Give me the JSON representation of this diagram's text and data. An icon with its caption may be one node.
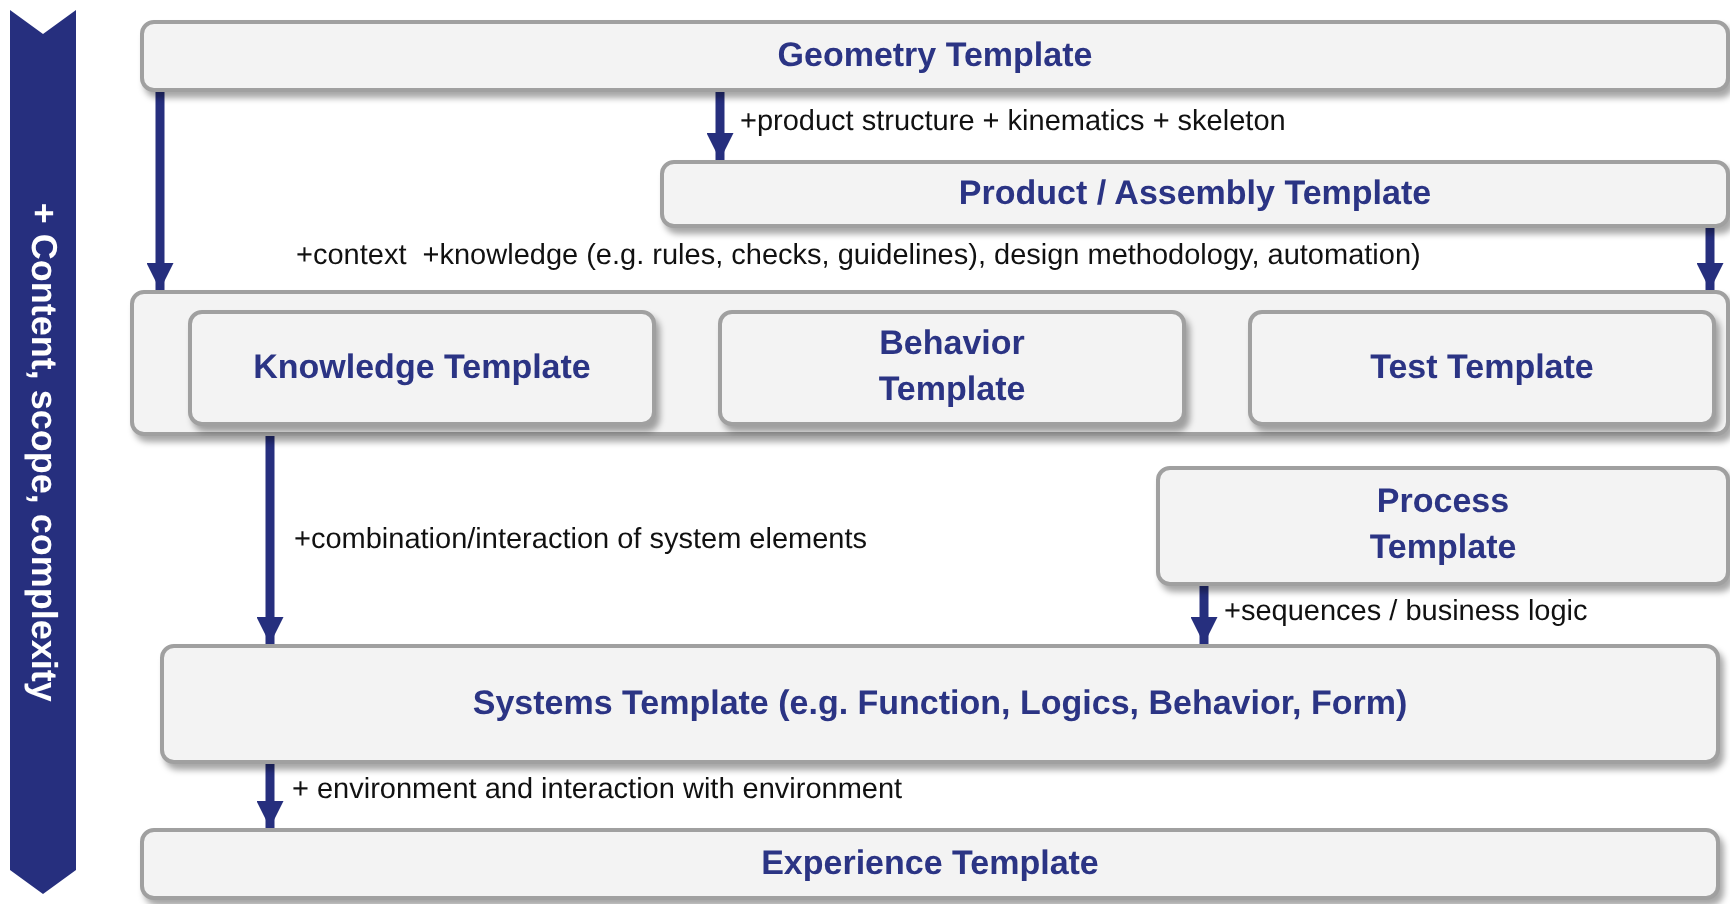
{
  "diagram": {
    "nodes": [
      {
        "text": [
          "+ Content, scope, complexity"
        ]
      },
      {
        "text": [
          "Geometry Template"
        ]
      },
      {
        "text": [
          "Product / Assembly Template"
        ]
      },
      {
        "text": [],
        "shape": "box"
      },
      {
        "text": [
          "Knowledge Template"
        ],
        "in": 3
      },
      {
        "text": [
          "Behavior Template"
        ],
        "in": 3
      },
      {
        "text": [
          "Test Template"
        ],
        "in": 3
      },
      {
        "text": [
          "Process Template"
        ]
      },
      {
        "text": [
          "Systems Template (e.g. Function, Logics, Behavior, Form)"
        ]
      },
      {
        "text": [
          "Experience Template"
        ]
      }
    ],
    "edges": [
      {
        "from": 1,
        "to": 3,
        "arrow": "to"
      },
      {
        "from": 1,
        "to": 2,
        "label": "+product structure + kinematics + skeleton",
        "arrow": "to"
      },
      {
        "from": 2,
        "to": 3,
        "arrow": "to"
      },
      {
        "from": 4,
        "to": 8,
        "label": "+combination/interaction of system elements",
        "arrow": "to"
      },
      {
        "from": 7,
        "to": 8,
        "label": "+sequences / business logic",
        "arrow": "to"
      },
      {
        "from": 8,
        "to": 9,
        "label": "+ environment and interaction with environment",
        "arrow": "to"
      }
    ],
    "labels": [
      "+context  +knowledge (e.g. rules, checks, guidelines), design methodology, automation)"
    ]
  }
}
